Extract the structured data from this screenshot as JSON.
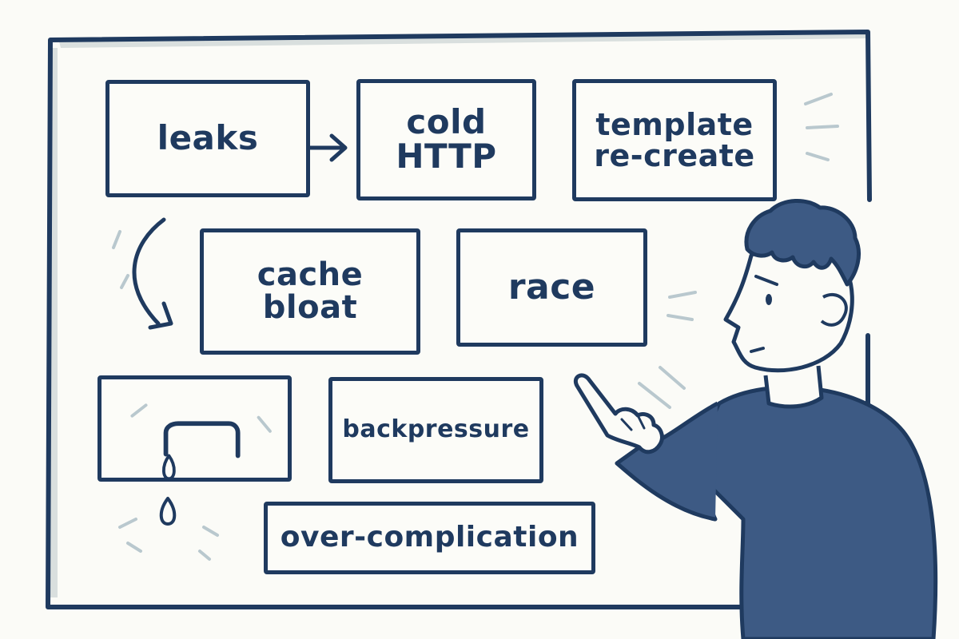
{
  "colors": {
    "ink": "#1f3a5f",
    "board_bg": "#fcfcf8",
    "board_shadow": "#d9dfde",
    "sweater": "#3d5a84",
    "skin": "#fbfbf7",
    "hair": "#3d5a84",
    "accent_stroke": "#b9c8ce"
  },
  "cards": {
    "leaks": "leaks",
    "cold_http": "cold\nHTTP",
    "template": "template\nre-create",
    "cache_bloat": "cache\nbloat",
    "race": "race",
    "backpressure": "backpressure",
    "overcomplication": "over-complication"
  },
  "icons": {
    "faucet": "dripping-faucet-icon",
    "arrow_right": "arrow-right-icon",
    "arrow_curved": "curved-arrow-icon"
  }
}
